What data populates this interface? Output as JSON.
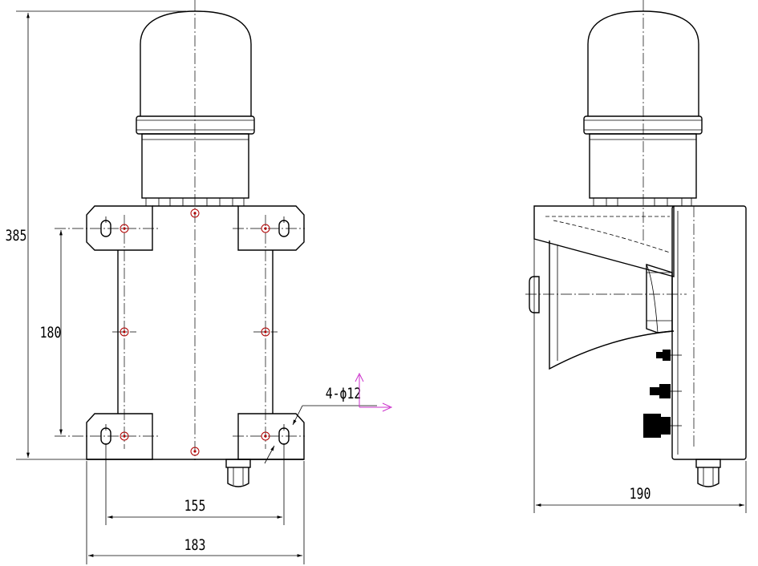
{
  "drawing": {
    "front_view": {
      "dim_height": "385",
      "dim_hole_vertical": "180",
      "dim_hole_horizontal": "155",
      "dim_overall_width": "183",
      "hole_callout": "4-ϕ12"
    },
    "side_view": {
      "dim_overall_depth": "190"
    },
    "colors": {
      "line": "#000000",
      "hole_marker": "#b00000",
      "ucs_icon": "#cc33cc"
    }
  }
}
